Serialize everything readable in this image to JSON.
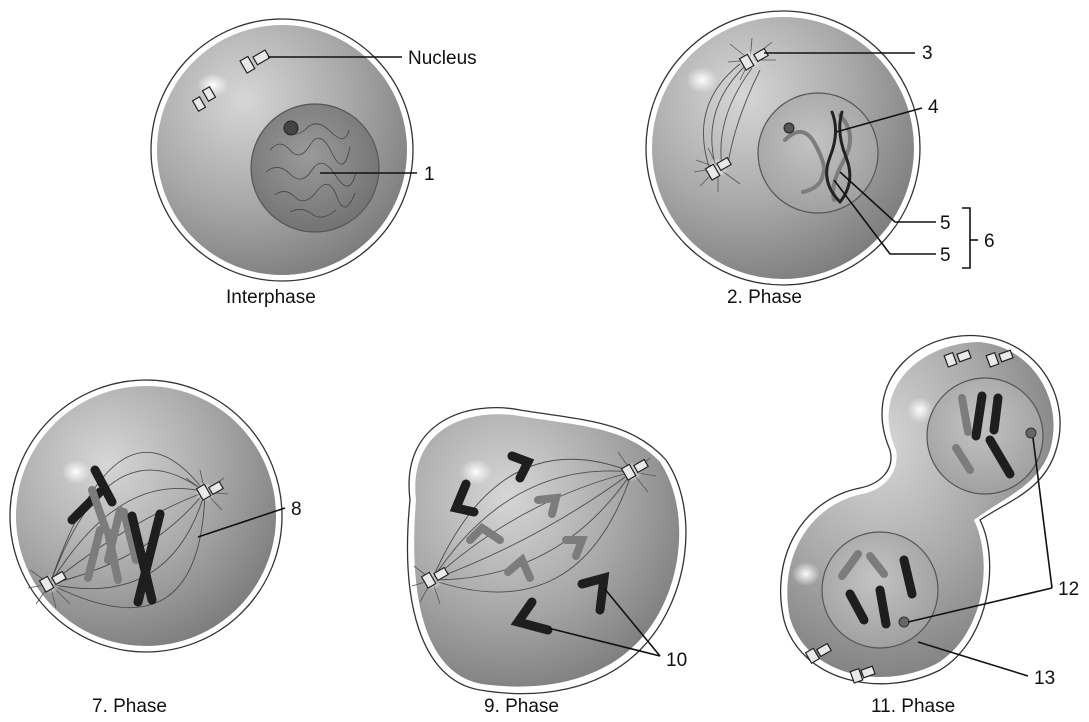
{
  "labels": {
    "nucleus": "Nucleus",
    "l1": "1",
    "l3": "3",
    "l4": "4",
    "l5a": "5",
    "l5b": "5",
    "l6": "6",
    "l8": "8",
    "l10": "10",
    "l12": "12",
    "l13": "13"
  },
  "captions": {
    "interphase": "Interphase",
    "phase2": "2. Phase",
    "phase7": "7. Phase",
    "phase9": "9. Phase",
    "phase11": "11. Phase"
  }
}
